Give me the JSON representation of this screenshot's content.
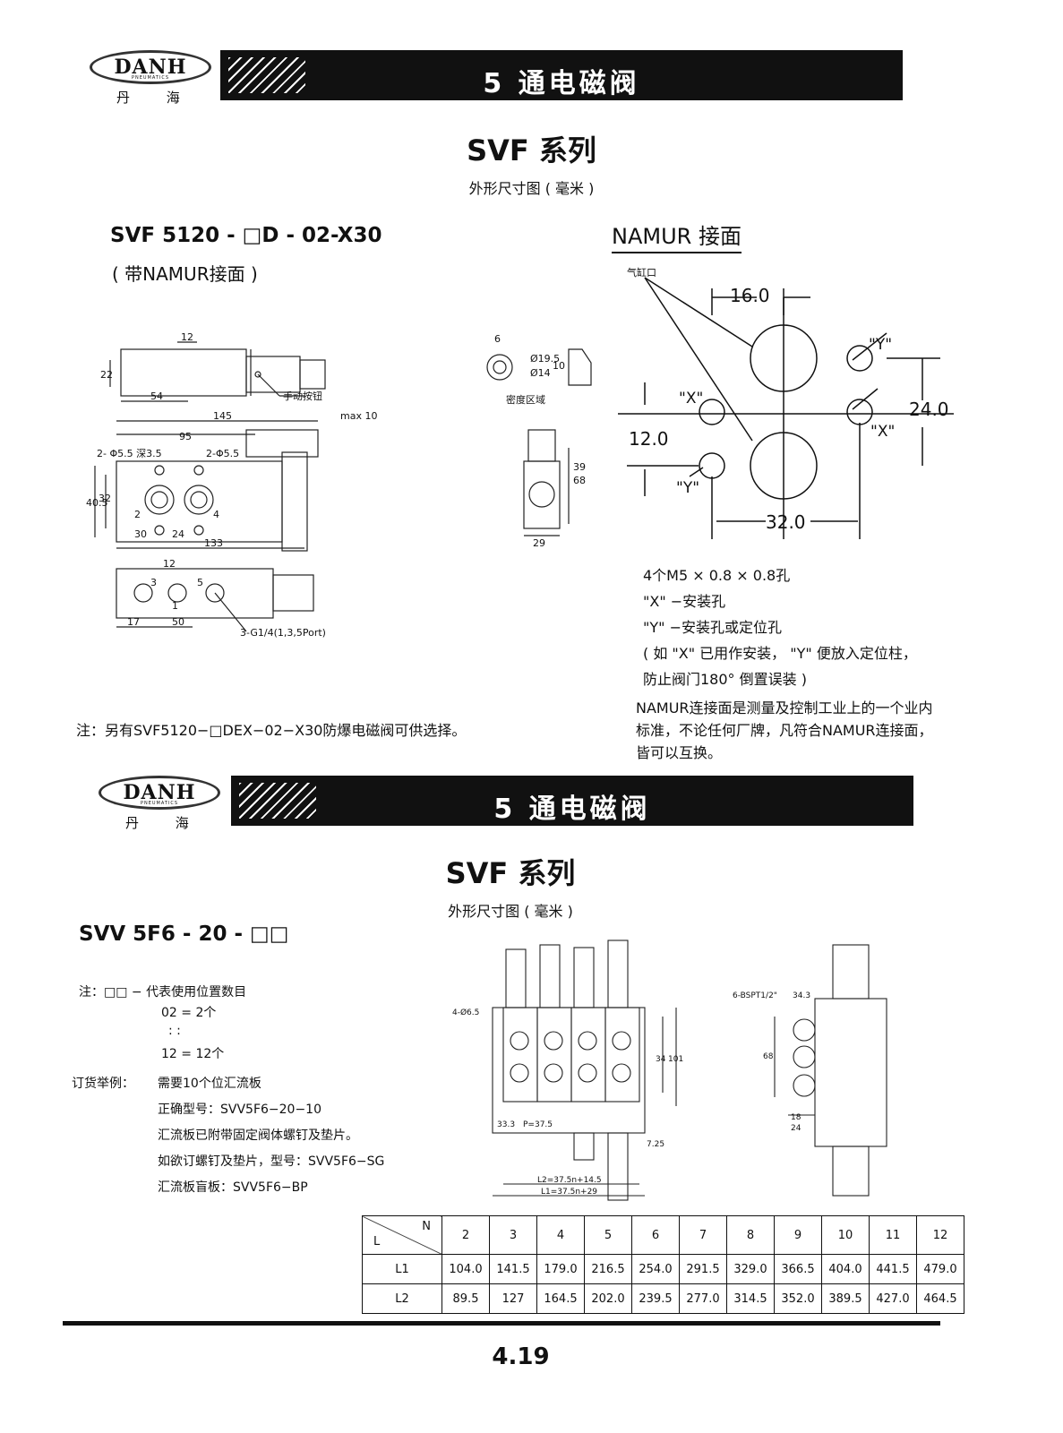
{
  "brand": {
    "name": "DANH",
    "sub": "PNEUMATICS",
    "cn": "丹 海"
  },
  "section1": {
    "banner": "5 通电磁阀",
    "series": "SVF 系列",
    "subtitle": "外形尺寸图 ( 毫米 )",
    "model": "SVF 5120 - □D - 02-X30",
    "model_note": "( 带NAMUR接面 )",
    "drawing_labels": {
      "d12": "12",
      "d22": "22",
      "d54": "54",
      "manual": "手动按钮",
      "d145": "145",
      "maxlen": "max 10",
      "d95": "95",
      "hole1": "2- Φ5.5 深3.5",
      "hole2": "2-Φ5.5",
      "d40_5": "40.5",
      "d32": "32",
      "p2": "2",
      "p4": "4",
      "d30": "30",
      "d24": "24",
      "d133": "133",
      "b12": "12",
      "b3": "3",
      "b5": "5",
      "b1": "1",
      "b17": "17",
      "b50": "50",
      "port": "3-G1/4(1,3,5Port)",
      "s6": "6",
      "s19_5": "Ø19.5",
      "s14": "Ø14",
      "s10": "10",
      "seal": "密度区域",
      "e39": "39",
      "e68": "68",
      "e29": "29"
    },
    "namur": {
      "title": "NAMUR 接面",
      "cylinder_port": "气缸口",
      "d16": "16.0",
      "d24": "24.0",
      "d12": "12.0",
      "d32": "32.0",
      "x1": "\"X\"",
      "x2": "\"X\"",
      "y1": "\"Y\"",
      "y2": "\"Y\"",
      "notes": [
        "4个M5 × 0.8 × 0.8孔",
        "\"X\" −安装孔",
        "\"Y\" −安装孔或定位孔",
        "( 如 \"X\" 已用作安装， \"Y\" 便放入定位柱，",
        "防止阀门180° 倒置误装 )"
      ],
      "desc": [
        "NAMUR连接面是测量及控制工业上的一个业内",
        "标准，不论任何厂牌，凡符合NAMUR连接面，",
        "皆可以互换。"
      ]
    },
    "footnote": "注：另有SVF5120−□DEX−02−X30防爆电磁阀可供选择。"
  },
  "section2": {
    "banner": "5 通电磁阀",
    "series": "SVF 系列",
    "subtitle": "外形尺寸图 ( 毫米 )",
    "model": "SVV 5F6 - 20 - □□",
    "notes": {
      "note1": "注：□□ − 代表使用位置数目",
      "note2": "02 = 2个",
      "note3": ":   :",
      "note4": "12 = 12个",
      "order_label": "订货举例：",
      "order1": "需要10个位汇流板",
      "order2": "正确型号：SVV5F6−20−10",
      "order3": "汇流板已附带固定阀体螺钉及垫片。",
      "order4": "如欲订螺钉及垫片，型号：SVV5F6−SG",
      "order5": "汇流板盲板：SVV5F6−BP"
    },
    "drawing_labels": {
      "hole": "4-Ø6.5",
      "d34": "34",
      "d101": "101",
      "d33_3": "33.3",
      "pitch": "P=37.5",
      "d7_25": "7.25",
      "l2": "L2=37.5n+14.5",
      "l1": "L1=37.5n+29",
      "port": "6-BSPT1/2\"",
      "d34_3": "34.3",
      "d68": "68",
      "d18": "18",
      "d24": "24"
    },
    "table": {
      "corner_l": "L",
      "corner_n": "N",
      "n": [
        "2",
        "3",
        "4",
        "5",
        "6",
        "7",
        "8",
        "9",
        "10",
        "11",
        "12"
      ],
      "rows": [
        {
          "label": "L1",
          "values": [
            "104.0",
            "141.5",
            "179.0",
            "216.5",
            "254.0",
            "291.5",
            "329.0",
            "366.5",
            "404.0",
            "441.5",
            "479.0"
          ]
        },
        {
          "label": "L2",
          "values": [
            "89.5",
            "127",
            "164.5",
            "202.0",
            "239.5",
            "277.0",
            "314.5",
            "352.0",
            "389.5",
            "427.0",
            "464.5"
          ]
        }
      ]
    }
  },
  "page_number": "4.19"
}
